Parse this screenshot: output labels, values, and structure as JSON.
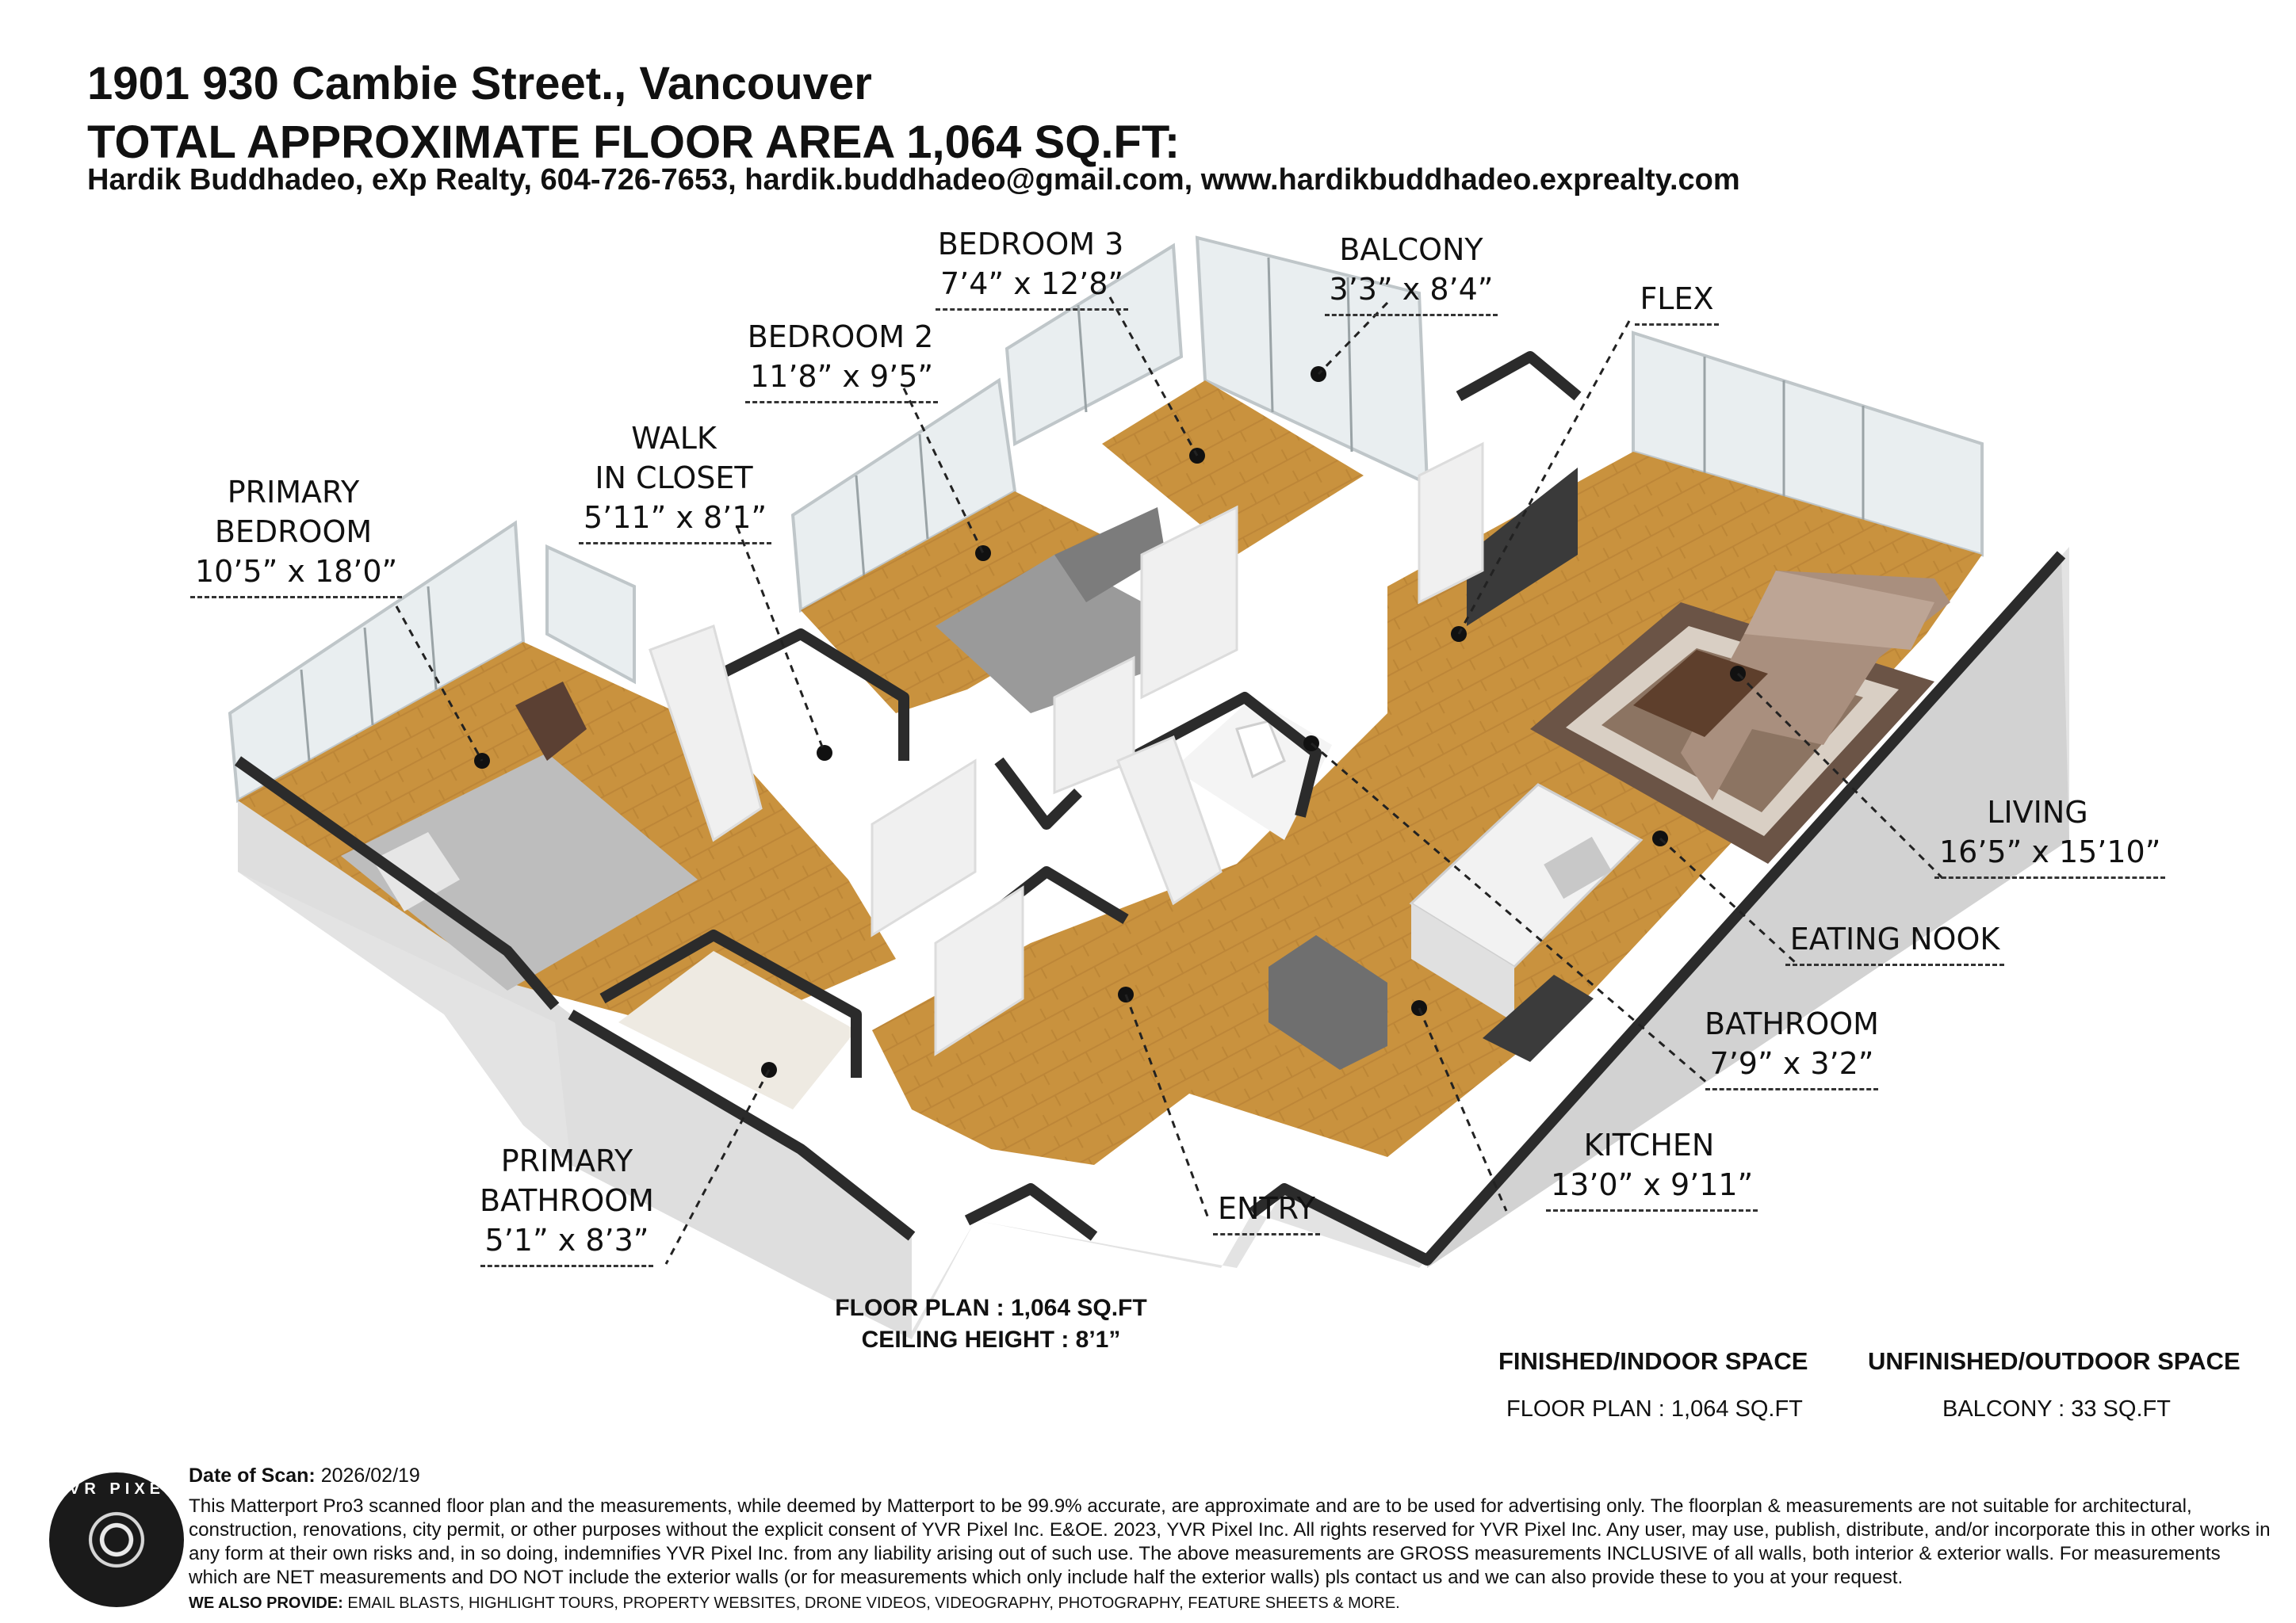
{
  "header": {
    "title": "1901 930 Cambie Street., Vancouver",
    "subtitle": "TOTAL APPROXIMATE FLOOR AREA 1,064 SQ.FT:",
    "agent": "Hardik Buddhadeo, eXp Realty, 604-726-7653, hardik.buddhadeo@gmail.com, www.hardikbuddhadeo.exprealty.com"
  },
  "rooms": {
    "bedroom3": {
      "name": "BEDROOM 3",
      "dims": "7’4” x 12’8”"
    },
    "balcony": {
      "name": "BALCONY",
      "dims": "3’3” x 8’4”"
    },
    "flex": {
      "name": "FLEX"
    },
    "bedroom2": {
      "name": "BEDROOM 2",
      "dims": "11’8” x 9’5”"
    },
    "walk_in_closet": {
      "name_line1": "WALK",
      "name_line2": "IN CLOSET",
      "dims": "5’11” x 8’1”"
    },
    "primary_bedroom": {
      "name_line1": "PRIMARY",
      "name_line2": "BEDROOM",
      "dims": "10’5” x 18’0”"
    },
    "living": {
      "name": "LIVING",
      "dims": "16’5” x 15’10”"
    },
    "eating_nook": {
      "name": "EATING NOOK"
    },
    "bathroom": {
      "name": "BATHROOM",
      "dims": "7’9” x 3’2”"
    },
    "kitchen": {
      "name": "KITCHEN",
      "dims": "13’0” x 9’11”"
    },
    "entry": {
      "name": "ENTRY"
    },
    "primary_bathroom": {
      "name_line1": "PRIMARY",
      "name_line2": "BATHROOM",
      "dims": "5’1” x 8’3”"
    }
  },
  "floor_plan": {
    "area_label": "FLOOR  PLAN : 1,064 SQ.FT",
    "ceiling_label": "CEILING HEIGHT : 8’1”"
  },
  "spaces": {
    "finished_heading": "FINISHED/INDOOR SPACE",
    "finished_value": "FLOOR PLAN  :  1,064 SQ.FT",
    "unfinished_heading": "UNFINISHED/OUTDOOR SPACE",
    "unfinished_value": "BALCONY  :  33 SQ.FT"
  },
  "footer": {
    "logo_text": "YVR PIXEL",
    "scan_label": "Date of Scan:",
    "scan_date": "2026/02/19",
    "disclaimer": "This Matterport Pro3 scanned floor plan and the measurements, while deemed by Matterport to be 99.9% accurate, are approximate and are to be used for advertising only. The floorplan & measurements are not suitable for architectural, construction, renovations, city permit, or other purposes without the explicit consent of YVR Pixel Inc. E&OE. 2023, YVR Pixel Inc. All rights reserved for YVR Pixel Inc. Any user, may use, publish, distribute, and/or incorporate this in other works in any form at their own risks and, in so doing, indemnifies YVR Pixel Inc. from any liability arising out of such use. The above measurements are GROSS measurements INCLUSIVE of all walls, both interior & exterior walls. For measurements which are NET measurements and DO NOT include the exterior walls (or for measurements which only include half the exterior walls) pls contact us and we can also provide these to you at your request.",
    "provide_label": "WE ALSO PROVIDE:",
    "provide_list": "EMAIL BLASTS, HIGHLIGHT TOURS, PROPERTY WEBSITES, DRONE VIDEOS, VIDEOGRAPHY, PHOTOGRAPHY, FEATURE SHEETS & MORE."
  },
  "colors": {
    "floor_wood": "#c9923e",
    "wall_top": "#2b2b2b",
    "wall_face": "#e8e8e8",
    "glass": "#e6ecef",
    "rug": "#6b5446",
    "sofa": "#a98f7e"
  }
}
